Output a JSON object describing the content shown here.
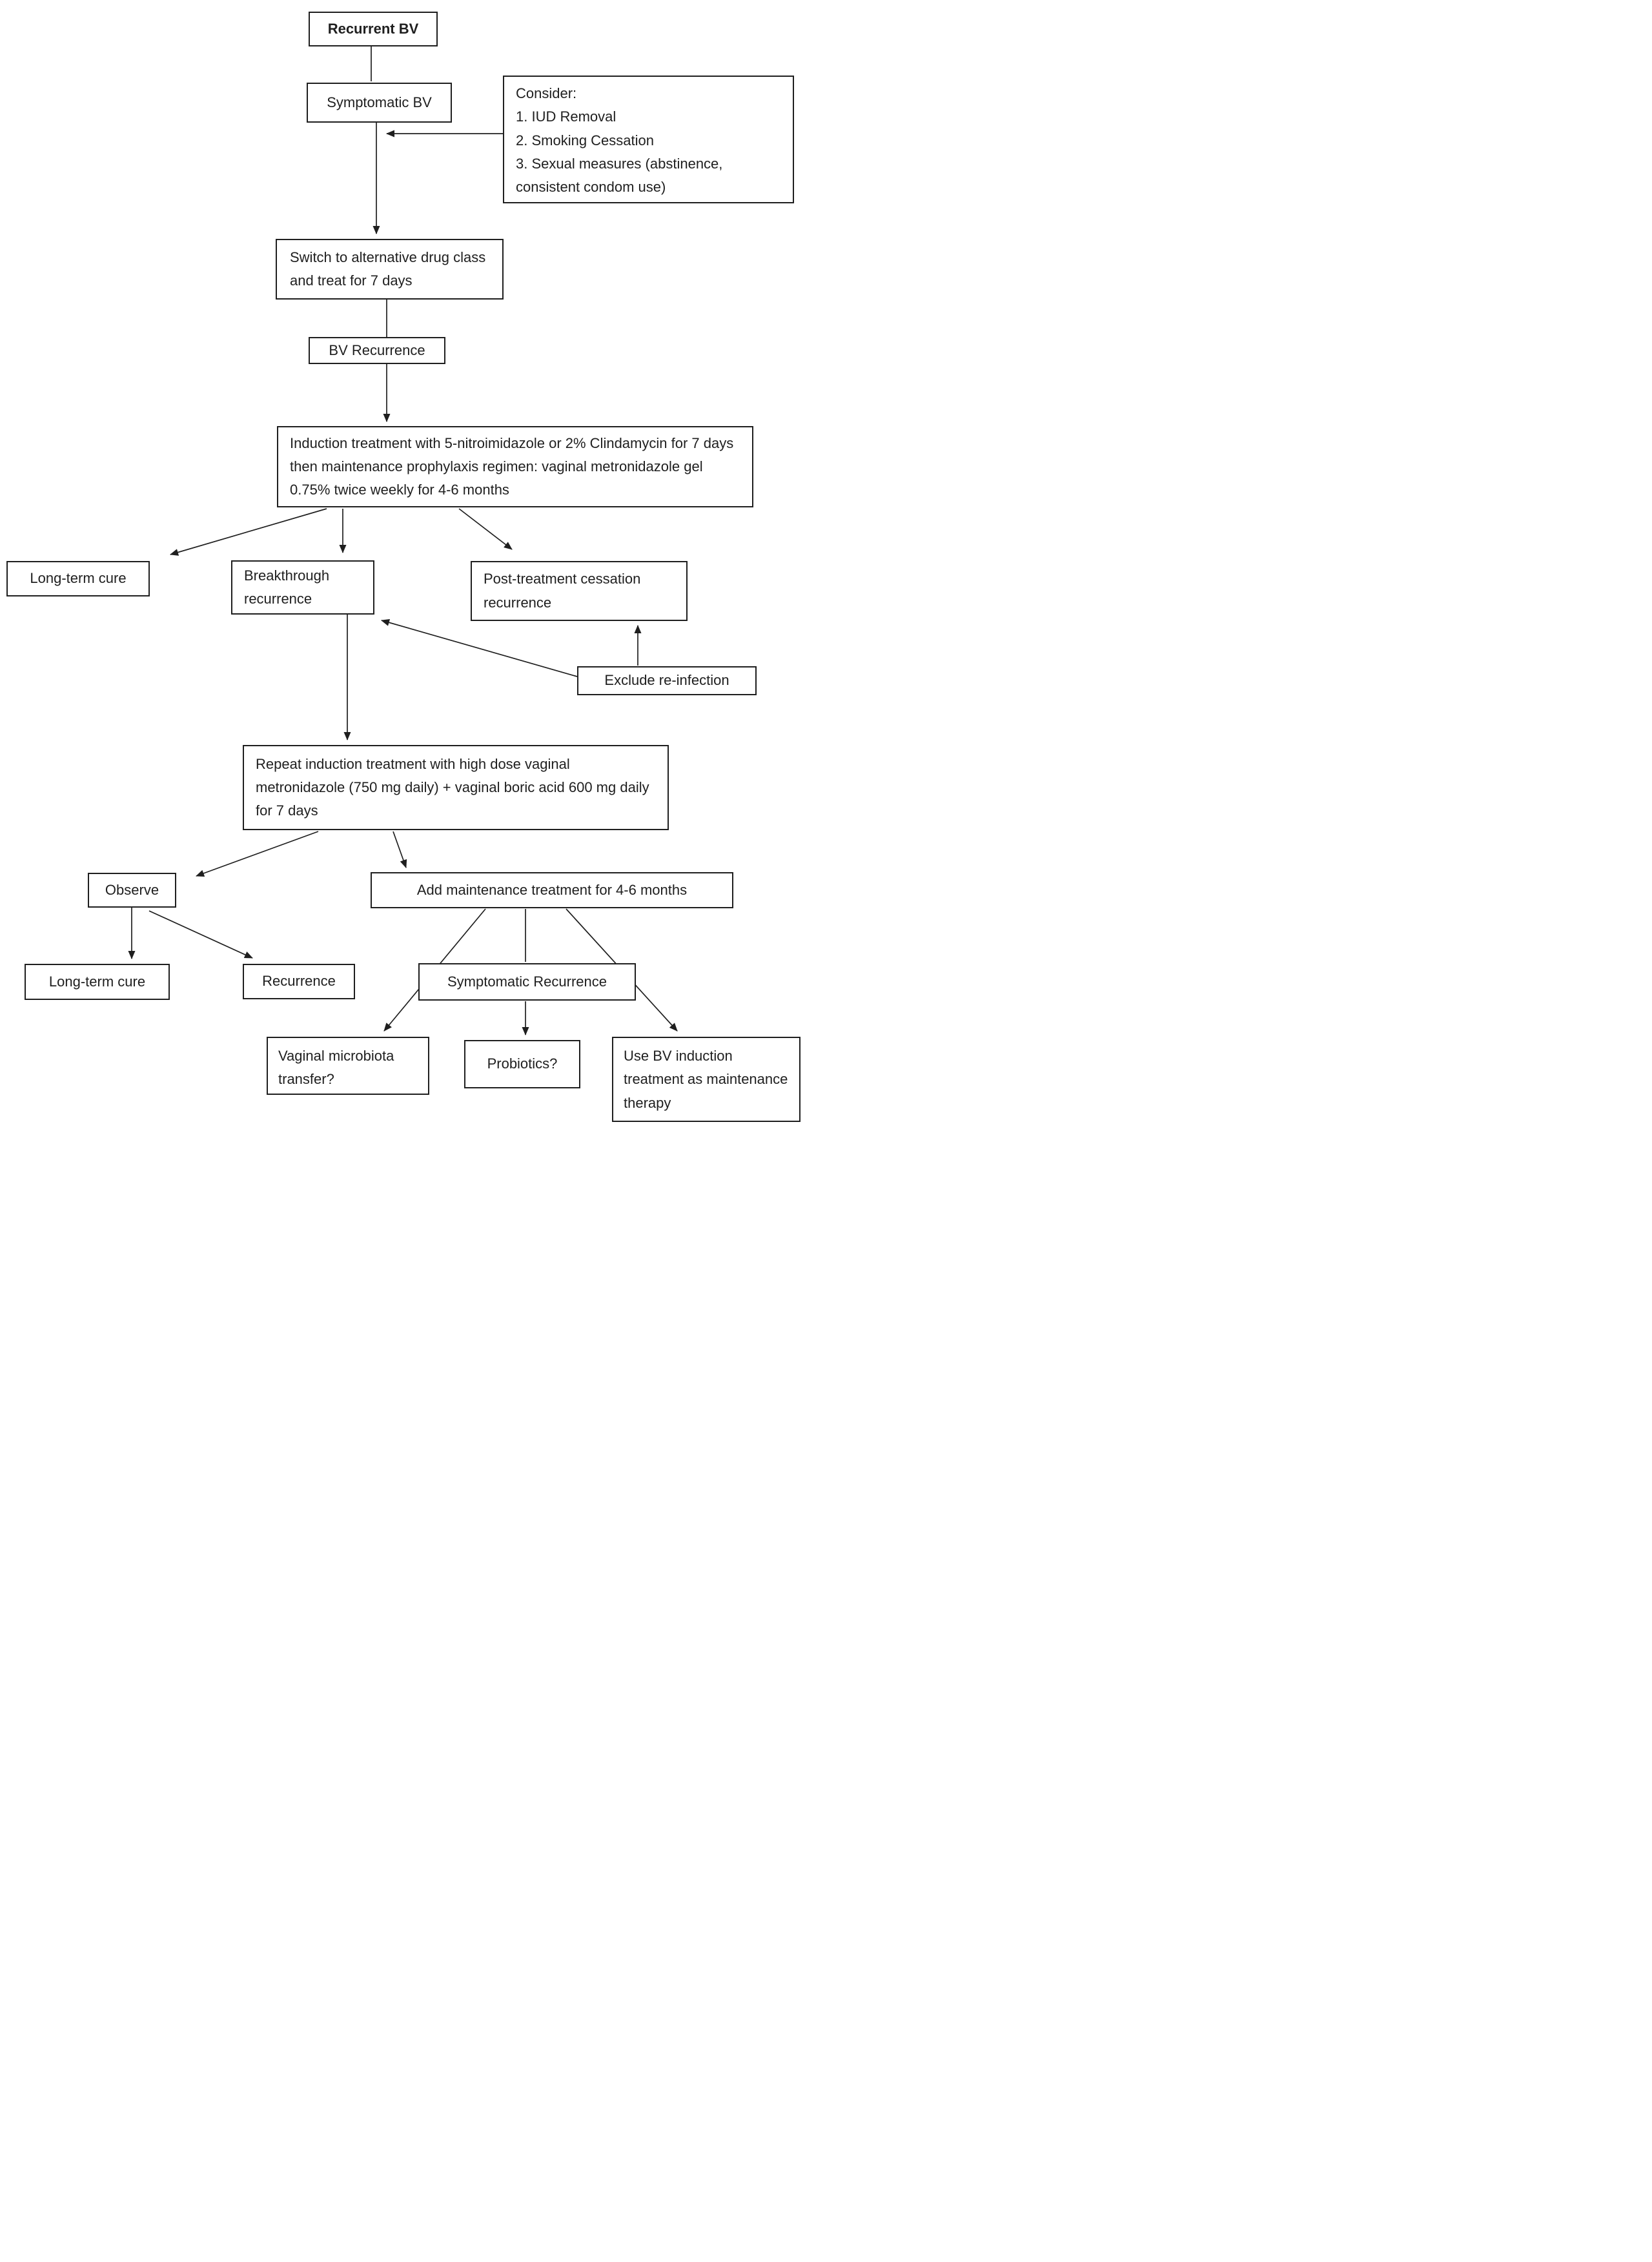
{
  "diagram": {
    "background_color": "#ffffff",
    "line_color": "#1f1f1f",
    "box_border_color": "#1f1f1f",
    "text_color": "#1f1f1f",
    "nodes": {
      "recurrent_bv": {
        "label": "Recurrent BV"
      },
      "symptomatic_bv": {
        "label": "Symptomatic BV"
      },
      "consider": {
        "lines": [
          "Consider:",
          "1. IUD Removal",
          "2. Smoking Cessation",
          "3. Sexual measures (abstinence, consistent condom use)"
        ]
      },
      "switch_drug": {
        "label": "Switch to alternative drug class and treat for 7 days"
      },
      "bv_recurrence": {
        "label": "BV Recurrence"
      },
      "induction": {
        "label": "Induction treatment with 5-nitroimidazole or 2% Clindamycin for 7 days then maintenance prophylaxis regimen: vaginal metronidazole gel 0.75% twice weekly for 4-6 months"
      },
      "long_term_cure_1": {
        "label": "Long-term cure"
      },
      "breakthrough": {
        "label": "Breakthrough recurrence"
      },
      "post_treatment": {
        "label": "Post-treatment cessation recurrence"
      },
      "exclude_reinfection": {
        "label": "Exclude re-infection"
      },
      "repeat_induction": {
        "label": "Repeat induction treatment with high dose vaginal metronidazole (750 mg daily) + vaginal boric acid 600 mg daily for 7 days"
      },
      "observe": {
        "label": "Observe"
      },
      "add_maintenance": {
        "label": "Add maintenance treatment for 4-6 months"
      },
      "long_term_cure_2": {
        "label": "Long-term cure"
      },
      "recurrence": {
        "label": "Recurrence"
      },
      "symptomatic_recurrence": {
        "label": "Symptomatic Recurrence"
      },
      "vm_transfer": {
        "label": "Vaginal microbiota transfer?"
      },
      "probiotics": {
        "label": "Probiotics?"
      },
      "use_bv_induction": {
        "label": "Use BV induction treatment as maintenance therapy"
      }
    },
    "edges": [
      {
        "from": "recurrent_bv",
        "to": "symptomatic_bv",
        "arrow": false
      },
      {
        "from": "symptomatic_bv",
        "to": "switch_drug",
        "arrow": true
      },
      {
        "from": "consider",
        "to": "symptomatic_bv_connector",
        "arrow": true
      },
      {
        "from": "switch_drug",
        "to": "induction",
        "arrow": true,
        "through": "bv_recurrence"
      },
      {
        "from": "induction",
        "to": "long_term_cure_1",
        "arrow": true
      },
      {
        "from": "induction",
        "to": "breakthrough",
        "arrow": true
      },
      {
        "from": "induction",
        "to": "post_treatment",
        "arrow": true
      },
      {
        "from": "exclude_reinfection",
        "to": "post_treatment",
        "arrow": true
      },
      {
        "from": "exclude_reinfection",
        "to": "breakthrough",
        "arrow": true
      },
      {
        "from": "breakthrough",
        "to": "repeat_induction",
        "arrow": true
      },
      {
        "from": "repeat_induction",
        "to": "observe",
        "arrow": true
      },
      {
        "from": "repeat_induction",
        "to": "add_maintenance",
        "arrow": true
      },
      {
        "from": "observe",
        "to": "long_term_cure_2",
        "arrow": true
      },
      {
        "from": "observe",
        "to": "recurrence",
        "arrow": true
      },
      {
        "from": "add_maintenance",
        "to": "vm_transfer",
        "arrow": true
      },
      {
        "from": "add_maintenance",
        "to": "symptomatic_recurrence",
        "arrow": false
      },
      {
        "from": "symptomatic_recurrence",
        "to": "probiotics",
        "arrow": true
      },
      {
        "from": "add_maintenance",
        "to": "use_bv_induction",
        "arrow": true
      }
    ]
  }
}
